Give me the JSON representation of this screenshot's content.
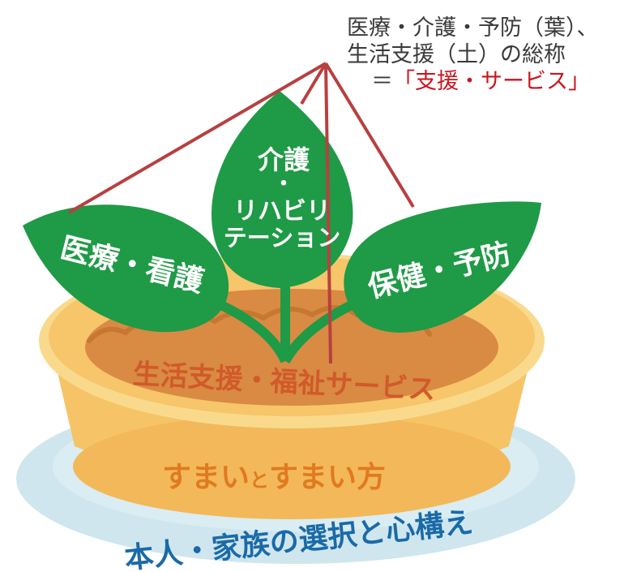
{
  "caption": {
    "line1": "医療・介護・予防（葉）、",
    "line2": "生活支援（土）の総称",
    "line3_prefix": "＝",
    "line3_highlight": "「支援・サービス」"
  },
  "leaves": {
    "left": "医療・看護",
    "center_line1": "介護",
    "center_line2": "・",
    "center_line3": "リハビリ",
    "center_line4": "テーション",
    "right": "保健・予防"
  },
  "soil_label": "生活支援・福祉サービス",
  "pot_label_part1": "すまい",
  "pot_label_part2": "と",
  "pot_label_part3": "すまい方",
  "saucer_label": "本人・家族の選択と心構え",
  "colors": {
    "leaf": "#1f9a46",
    "stem": "#1f9a46",
    "soil": "#d98a43",
    "soil_text": "#d05a2a",
    "pot_rim": "#f7c56a",
    "pot_body": "#f6c466",
    "pot_text": "#e07a20",
    "saucer": "#cfe6ee",
    "saucer_text": "#1a6aa8",
    "callout_line": "#b84040",
    "highlight": "#c8161d"
  }
}
